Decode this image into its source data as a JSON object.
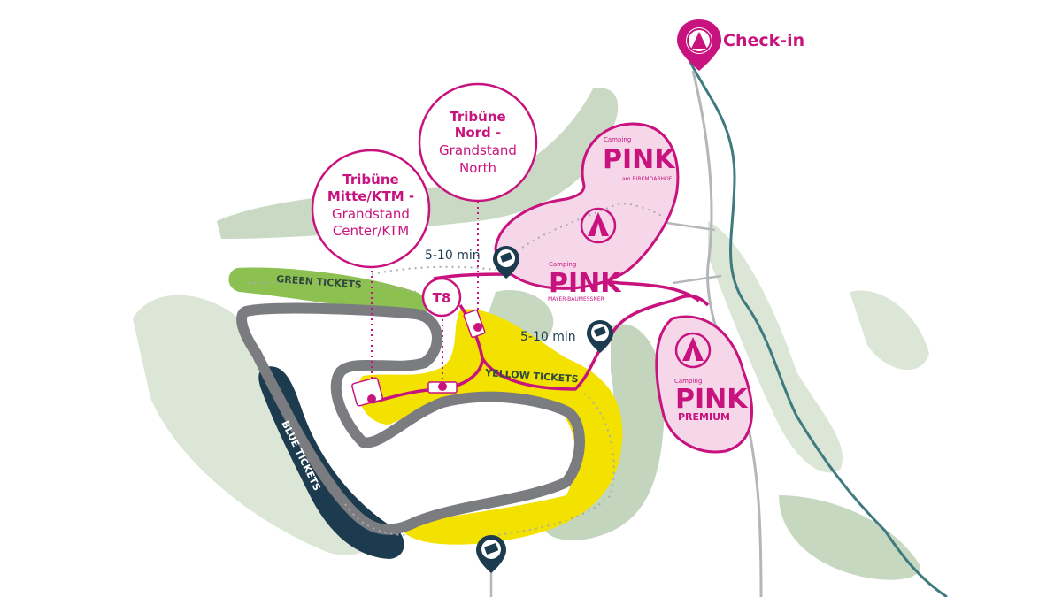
{
  "checkin": {
    "label": "Check-in"
  },
  "grandstands": {
    "nord": {
      "bold1": "Tribüne",
      "bold2": "Nord -",
      "light1": "Grandstand",
      "light2": "North"
    },
    "mitte": {
      "bold1": "Tribüne",
      "bold2": "Mitte/KTM -",
      "light1": "Grandstand",
      "light2": "Center/KTM"
    },
    "t8": {
      "label": "T8"
    }
  },
  "walk_times": {
    "upper": "5-10 min",
    "lower": "5-10 min"
  },
  "ticket_zones": {
    "green": "GREEN TICKETS",
    "yellow": "YELLOW TICKETS",
    "blue": "BLUE TICKETS"
  },
  "campsites": {
    "birkmoarhof": {
      "small": "Camping",
      "brand": "PINK",
      "sub": "am BIRKMOARHOF"
    },
    "mayer": {
      "small": "Camping",
      "brand": "PINK",
      "sub": "MAYER-BAUMESSNER"
    },
    "premium": {
      "small": "Camping",
      "brand": "PINK",
      "sub": "PREMIUM"
    }
  },
  "colors": {
    "accent_pink": "#c8137e",
    "camp_fill": "#f6d7ea",
    "forest": "#c6d6c0",
    "forest_light": "#dbe6d6",
    "track": "#7b7c80",
    "yellow": "#f3e100",
    "green": "#8cc152",
    "navy": "#1d3b4f",
    "river": "#3f7a7f"
  },
  "icons": {
    "checkin_pin": "tent-pin-icon",
    "camp_tent": "tent-icon",
    "ticket_pin": "ticket-pin-icon"
  }
}
